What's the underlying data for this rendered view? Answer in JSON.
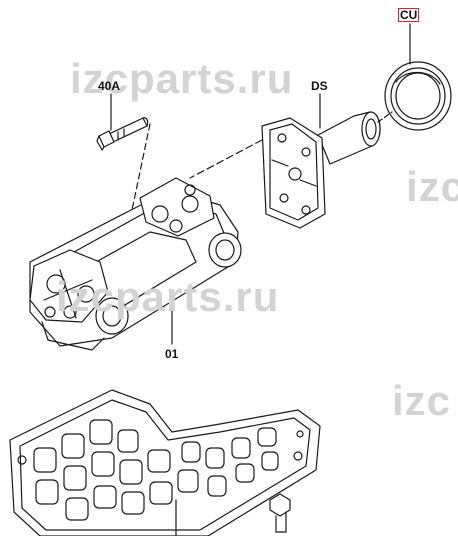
{
  "callouts": {
    "cu": "CU",
    "a40": "40A",
    "ds": "DS",
    "n01": "01"
  },
  "watermarks": {
    "top": "izcparts.ru",
    "middle": "izcparts.ru",
    "right_top": "izc",
    "right_bottom": "izc"
  },
  "colors": {
    "highlight_box": "#e0242a",
    "line": "#1a1a1a",
    "watermark": "#d3d3d3"
  }
}
